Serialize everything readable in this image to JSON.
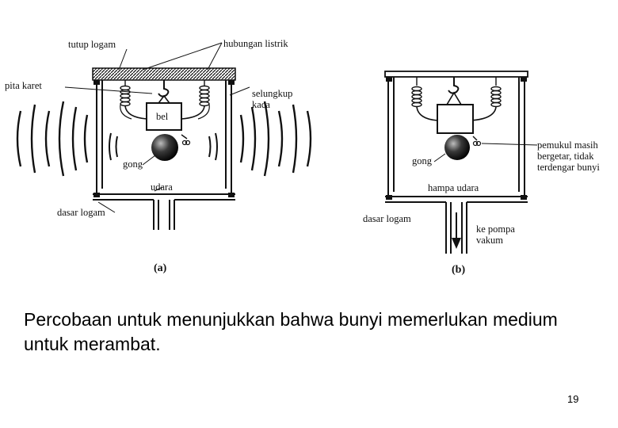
{
  "diagram": {
    "labels": {
      "tutup_logam": "tutup logam",
      "hubungan_listrik": "hubungan listrik",
      "pita_karet": "pita karet",
      "selungkup": "selungkup",
      "kaca": "kaca",
      "bel_a": "bel",
      "gong_a": "gong",
      "udara": "udara",
      "dasar_logam_a": "dasar logam",
      "panel_a": "(a)",
      "gong_b": "gong",
      "hampa_udara": "hampa udara",
      "dasar_logam_b": "dasar logam",
      "pemukul_1": "pemukul masih",
      "pemukul_2": "bergetar, tidak",
      "pemukul_3": "terdengar bunyi",
      "ke_pompa": "ke pompa",
      "vakum": "vakum",
      "panel_b": "(b)"
    }
  },
  "caption": "Percobaan untuk menunjukkan bahwa bunyi memerlukan medium untuk merambat.",
  "page_number": "19"
}
